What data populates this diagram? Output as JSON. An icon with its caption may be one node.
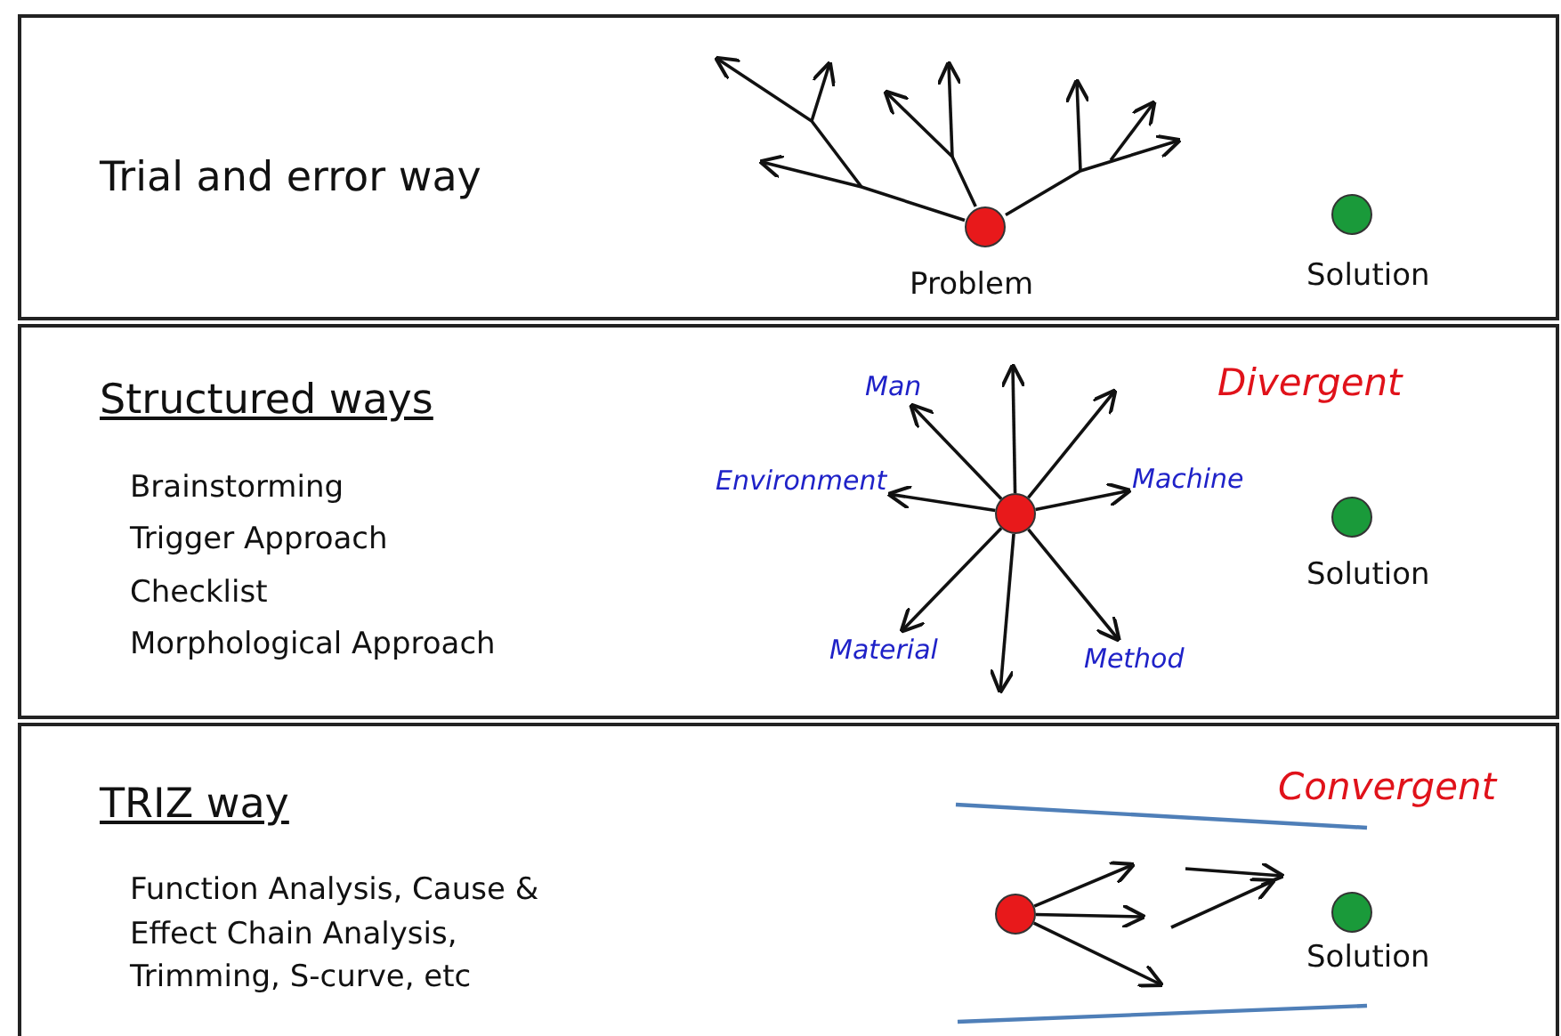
{
  "diagram": {
    "nodes": [
      {
        "text": [
          "Trial and error way"
        ]
      },
      {
        "text": [
          "Problem"
        ],
        "in": 0
      },
      {
        "text": [
          "Solution"
        ],
        "in": 0
      },
      {
        "text": [
          "Structured ways",
          "Brainstorming",
          "Trigger Approach",
          "Checklist",
          "Morphological Approach"
        ]
      },
      {
        "text": [
          "Man"
        ],
        "in": 3
      },
      {
        "text": [
          "Environment"
        ],
        "in": 3
      },
      {
        "text": [
          "Machine"
        ],
        "in": 3
      },
      {
        "text": [],
        "shape": "circle",
        "in": 3
      },
      {
        "text": [
          "Material"
        ],
        "in": 3
      },
      {
        "text": [
          "Method"
        ],
        "in": 3
      },
      {
        "text": [
          "Solution"
        ],
        "in": 3
      },
      {
        "text": [
          "TRIZ way",
          "Function Analysis, Cause & Effect Chain Analysis, Trimming, S-curve, etc"
        ]
      },
      {
        "text": [],
        "shape": "circle",
        "in": 11
      },
      {
        "text": [
          "Solution"
        ],
        "in": 11
      }
    ],
    "edges": [
      {
        "from": 1,
        "to": null,
        "arrow": "to"
      },
      {
        "from": 1,
        "to": null,
        "arrow": "to"
      },
      {
        "from": 1,
        "to": null,
        "arrow": "to"
      },
      {
        "from": 7,
        "to": null,
        "arrow": "to"
      },
      {
        "from": 7,
        "to": 4,
        "arrow": "to"
      },
      {
        "from": 7,
        "to": null,
        "arrow": "to"
      },
      {
        "from": 7,
        "to": 5,
        "arrow": "to"
      },
      {
        "from": 7,
        "to": 6,
        "arrow": "to"
      },
      {
        "from": 7,
        "to": 8,
        "arrow": "to"
      },
      {
        "from": 7,
        "to": null,
        "arrow": "to"
      },
      {
        "from": 7,
        "to": 9,
        "arrow": "to"
      },
      {
        "from": 12,
        "to": null,
        "arrow": "to"
      },
      {
        "from": 12,
        "to": null,
        "arrow": "to"
      },
      {
        "from": 12,
        "to": null,
        "arrow": "to"
      }
    ],
    "labels": [
      "Divergent",
      "Convergent"
    ]
  }
}
